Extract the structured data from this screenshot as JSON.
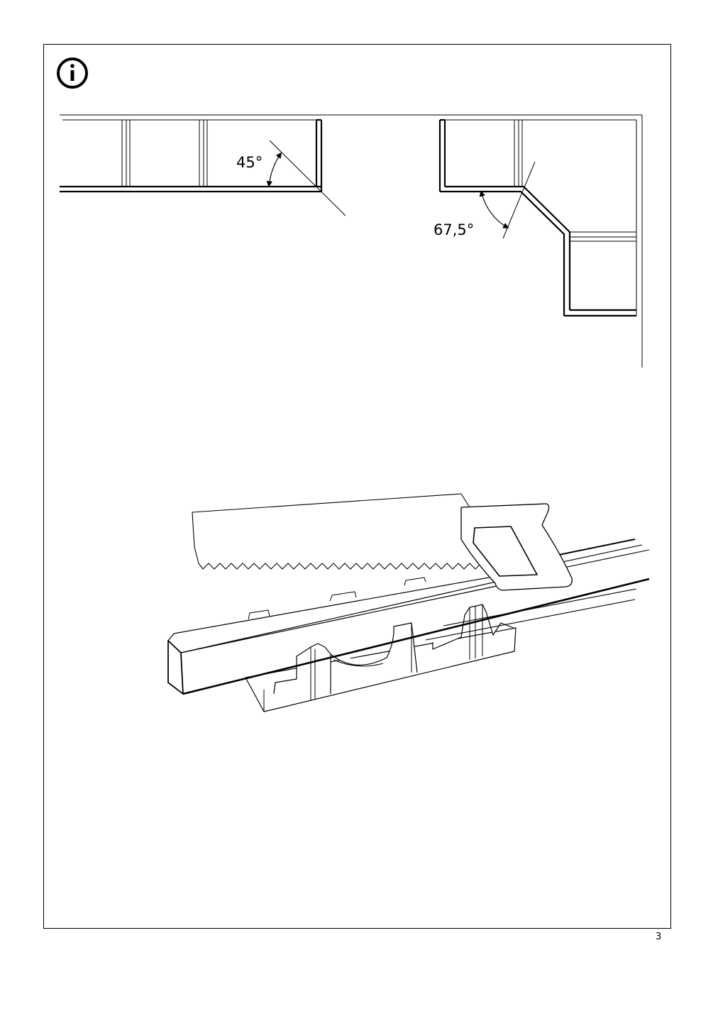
{
  "info_icon": "info-circle-icon",
  "diagram_left": {
    "angle_label": "45°"
  },
  "diagram_right": {
    "angle_label": "67,5°"
  },
  "illustration": "saw-cutting-profile-in-miter-box",
  "page_number": "3"
}
